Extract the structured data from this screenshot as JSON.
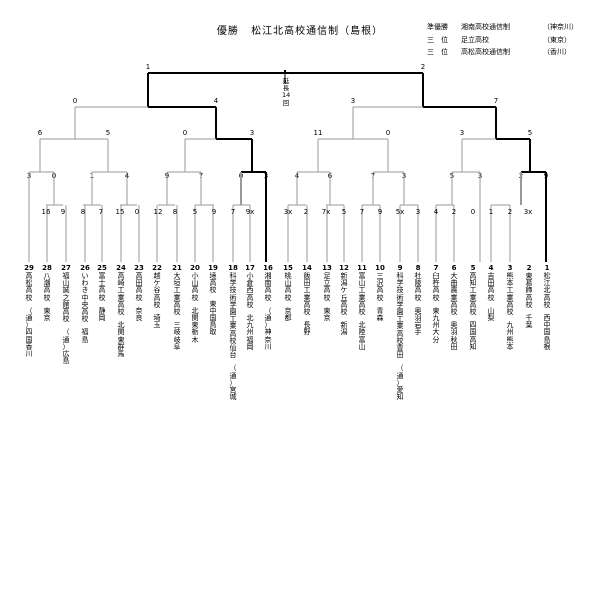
{
  "header": {
    "champion_label": "優勝",
    "champion_name": "松江北高校通信制（島根）"
  },
  "results": [
    {
      "rank": "準優勝",
      "team": "湘南高校通信制",
      "pref": "（神奈川）"
    },
    {
      "rank": "三　位",
      "team": "足立高校",
      "pref": "（東京）"
    },
    {
      "rank": "三　位",
      "team": "高松高校通信制",
      "pref": "（香川）"
    }
  ],
  "extra_note": "延長14回",
  "teams": [
    {
      "seed": "1",
      "name": "松江北高校",
      "pref": "西中国島根"
    },
    {
      "seed": "2",
      "name": "東葛飾高校",
      "pref": "千葉"
    },
    {
      "seed": "3",
      "name": "熊本工業高校",
      "pref": "九州熊本"
    },
    {
      "seed": "4",
      "name": "吉田高校",
      "pref": "山梨"
    },
    {
      "seed": "5",
      "name": "高知工業高校",
      "pref": "四国高知"
    },
    {
      "seed": "6",
      "name": "大曲農業高校",
      "pref": "奥羽秋田"
    },
    {
      "seed": "7",
      "name": "臼杵高校",
      "pref": "東九州大分"
    },
    {
      "seed": "8",
      "name": "杜陵高校",
      "pref": "奥羽岩手"
    },
    {
      "seed": "9",
      "name": "科学技術学園工業高校豊田",
      "pref": "（通）愛知"
    },
    {
      "seed": "10",
      "name": "三沢高校",
      "pref": "青森"
    },
    {
      "seed": "11",
      "name": "富山工業高校",
      "pref": "北陸富山"
    },
    {
      "seed": "12",
      "name": "新潟ケ丘高校",
      "pref": "新潟"
    },
    {
      "seed": "13",
      "name": "足立高校",
      "pref": "東京"
    },
    {
      "seed": "14",
      "name": "飯田工業高校",
      "pref": "長野"
    },
    {
      "seed": "15",
      "name": "桃山高校",
      "pref": "京都"
    },
    {
      "seed": "16",
      "name": "湘南高校",
      "pref": "（通）神奈川"
    },
    {
      "seed": "17",
      "name": "小倉西高校",
      "pref": "北九州福岡"
    },
    {
      "seed": "18",
      "name": "科学技術学園工業高校仙台",
      "pref": "（通）宮城"
    },
    {
      "seed": "19",
      "name": "境高校",
      "pref": "東中国鳥取"
    },
    {
      "seed": "20",
      "name": "小山高校",
      "pref": "北関東栃木"
    },
    {
      "seed": "21",
      "name": "大垣工業高校",
      "pref": "三岐岐阜"
    },
    {
      "seed": "22",
      "name": "越ケ谷高校",
      "pref": "埼玉"
    },
    {
      "seed": "23",
      "name": "高田高校",
      "pref": "奈良"
    },
    {
      "seed": "24",
      "name": "高崎工業高校",
      "pref": "北関東群馬"
    },
    {
      "seed": "25",
      "name": "富士高校",
      "pref": "静岡"
    },
    {
      "seed": "26",
      "name": "いわき中央高校",
      "pref": "福島"
    },
    {
      "seed": "27",
      "name": "福山誠之館高校",
      "pref": "（通）広島"
    },
    {
      "seed": "28",
      "name": "八潮高校",
      "pref": "東京"
    },
    {
      "seed": "29",
      "name": "高松高校",
      "pref": "（通）四国香川"
    }
  ],
  "scores": {
    "final": {
      "left": "1",
      "right": "2"
    },
    "semis": [
      "0",
      "4",
      "3",
      "7"
    ],
    "quarters": [
      "6",
      "5",
      "0",
      "3",
      "11",
      "0",
      "3",
      "5"
    ],
    "r16": [
      "3",
      "0",
      "1",
      "4",
      "9",
      "7",
      "0",
      "3",
      "4",
      "6",
      "7",
      "3",
      "5",
      "3",
      "2",
      "9"
    ],
    "r32": [
      "16",
      "9",
      "8",
      "7",
      "15",
      "0",
      "12",
      "8",
      "5",
      "9",
      "7",
      "9x",
      "3x",
      "2",
      "7x",
      "5",
      "7",
      "9",
      "5x",
      "3",
      "4",
      "2",
      "0",
      "1",
      "2",
      "3x"
    ]
  }
}
